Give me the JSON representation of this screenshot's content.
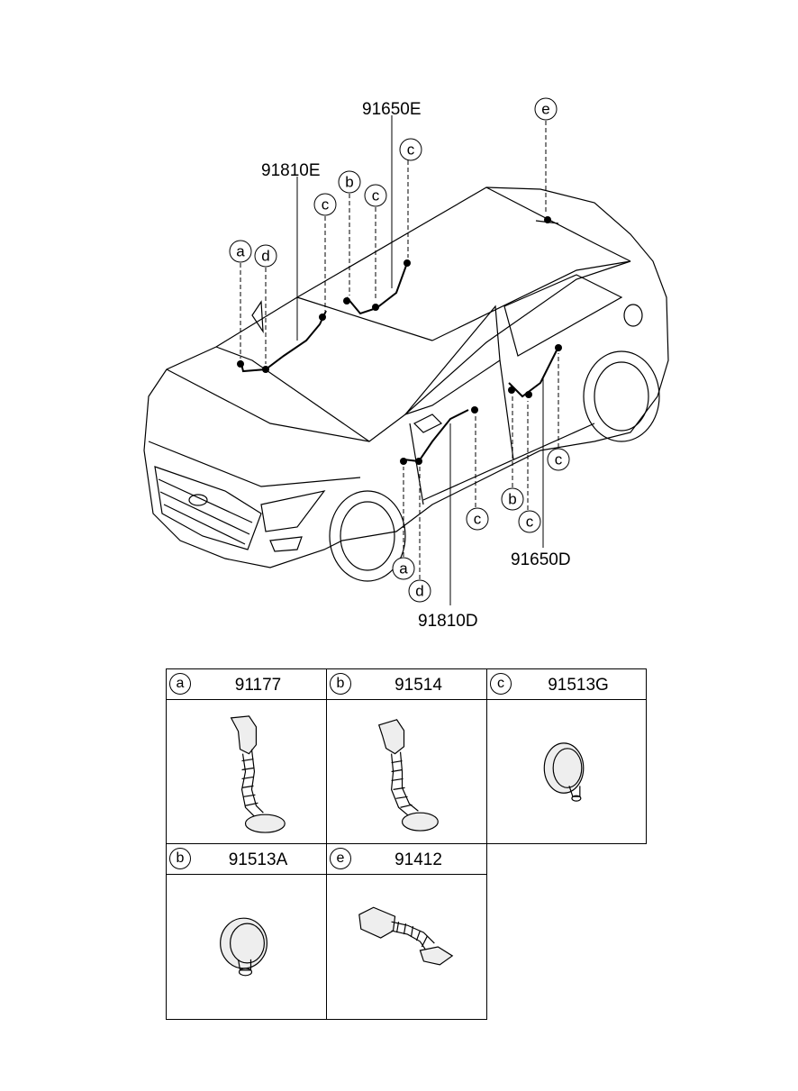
{
  "callouts": {
    "part_91650E": "91650E",
    "part_91810E": "91810E",
    "part_91650D": "91650D",
    "part_91810D": "91810D"
  },
  "markers": {
    "a_top": "a",
    "d_top": "d",
    "c_top1": "c",
    "b_top": "b",
    "c_top2": "c",
    "c_top3": "c",
    "e_top": "e",
    "c_right": "c",
    "b_bottom": "b",
    "c_bottom1": "c",
    "c_bottom2": "c",
    "a_bottom": "a",
    "d_bottom": "d"
  },
  "legend": {
    "cells": [
      {
        "letter": "a",
        "part": "91177",
        "icon": "grommet-tube-icon"
      },
      {
        "letter": "b",
        "part": "91514",
        "icon": "grommet-tube-icon"
      },
      {
        "letter": "c",
        "part": "91513G",
        "icon": "round-grommet-icon"
      },
      {
        "letter": "b",
        "part": "91513A",
        "icon": "round-grommet-icon"
      },
      {
        "letter": "e",
        "part": "91412",
        "icon": "grommet-tube-icon"
      }
    ]
  }
}
